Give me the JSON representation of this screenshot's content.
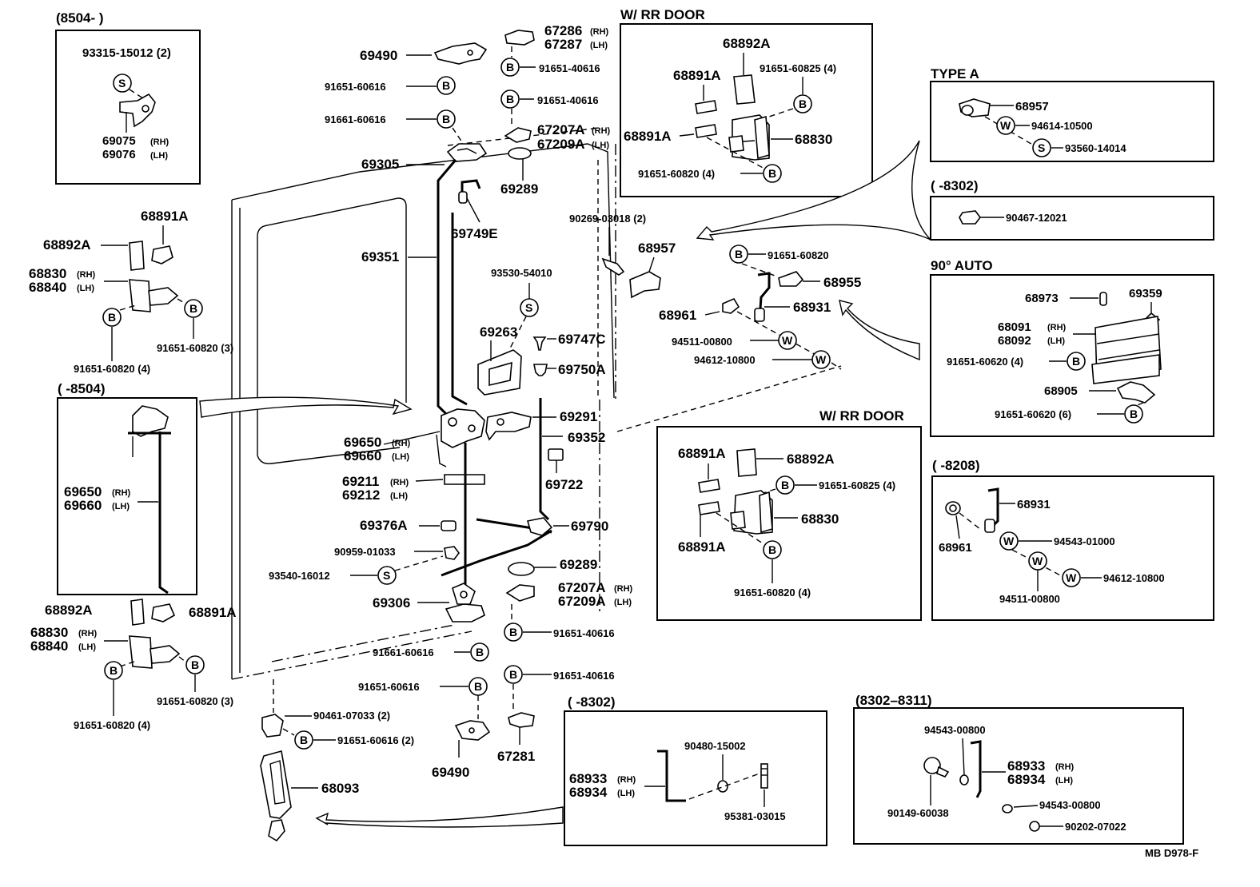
{
  "code": "MB  D978-F",
  "boxes": {
    "tl": {
      "header": "(8504-        )",
      "items": [
        "93315-15012 (2)",
        "69075",
        "69076"
      ]
    },
    "ml": {
      "header": "(       -8504)"
    },
    "rrdoor_top": {
      "header": "W/ RR  DOOR"
    },
    "type_a": {
      "header": "TYPE  A",
      "items": [
        "68957",
        "94614-10500",
        "93560-14014"
      ]
    },
    "r8302": {
      "header": "(       -8302)",
      "items": [
        "90467-12021"
      ]
    },
    "auto90": {
      "header": "90° AUTO"
    },
    "rrdoor_mid": {
      "header": "W/ RR  DOOR"
    },
    "r8208": {
      "header": "(       -8208)"
    },
    "b8302": {
      "header": "(       -8302)"
    },
    "b8311": {
      "header": "(8302–8311)"
    }
  },
  "sfx": {
    "rh": "(RH)",
    "lh": "(LH)"
  },
  "sym": {
    "b": "B",
    "s": "S",
    "w": "W"
  },
  "labels": {
    "p69490a": "69490",
    "p91651_60616a": "91651-60616",
    "p91661_60616a": "91661-60616",
    "p67286": "67286",
    "p67287": "67287",
    "p91651_40616a": "91651-40616",
    "p91651_40616b": "91651-40616",
    "p67207a": "67207A",
    "p67209a": "67209A",
    "p69289a": "69289",
    "p69305": "69305",
    "p69749e": "69749E",
    "p69351": "69351",
    "p93530": "93530-54010",
    "p69263": "69263",
    "p69747c": "69747C",
    "p69750a": "69750A",
    "p69291": "69291",
    "p69352": "69352",
    "p69650b": "69650",
    "p69660b": "69660",
    "p69211": "69211",
    "p69212": "69212",
    "p69722": "69722",
    "p69376a": "69376A",
    "p69790": "69790",
    "p90959": "90959-01033",
    "p69289b": "69289",
    "p93540": "93540-16012",
    "p67207b": "67207A",
    "p67209b": "67209A",
    "p69306": "69306",
    "p91651_40616c": "91651-40616",
    "p91661_60616b": "91661-60616",
    "p91651_40616d": "91651-40616",
    "p91651_60616b": "91651-60616",
    "p90461": "90461-07033 (2)",
    "p91651_60616c": "91651-60616 (2)",
    "p69490b": "69490",
    "p67281": "67281",
    "p68093": "68093",
    "l68891a_1": "68891A",
    "l68892a_1": "68892A",
    "l68830_1": "68830",
    "l68840_1": "68840",
    "l91651_60820_3a": "91651-60820 (3)",
    "l91651_60820_4a": "91651-60820 (4)",
    "l69650": "69650",
    "l69660": "69660",
    "l68892a_2": "68892A",
    "l68891a_2": "68891A",
    "l68830_2": "68830",
    "l68840_2": "68840",
    "l91651_60820_3b": "91651-60820 (3)",
    "l91651_60820_4b": "91651-60820 (4)",
    "rr1_68892a": "68892A",
    "rr1_68891a_a": "68891A",
    "rr1_91651_60825": "91651-60825 (4)",
    "rr1_68891a_b": "68891A",
    "rr1_68830": "68830",
    "rr1_91651_60820": "91651-60820 (4)",
    "c90269": "90269-03018 (2)",
    "c68957": "68957",
    "c91651_60820": "91651-60820",
    "c68955": "68955",
    "c68961": "68961",
    "c68931": "68931",
    "c94511": "94511-00800",
    "c94612": "94612-10800",
    "a68973": "68973",
    "a69359": "69359",
    "a68091": "68091",
    "a68092": "68092",
    "a91651_60620_4": "91651-60620 (4)",
    "a68905": "68905",
    "a91651_60620_6": "91651-60620 (6)",
    "rr2_68891a_a": "68891A",
    "rr2_68892a": "68892A",
    "rr2_91651_60825": "91651-60825 (4)",
    "rr2_68830": "68830",
    "rr2_68891a_b": "68891A",
    "rr2_91651_60820": "91651-60820 (4)",
    "s68931": "68931",
    "s68961": "68961",
    "s94543_01000": "94543-01000",
    "s94612": "94612-10800",
    "s94511": "94511-00800",
    "b68933": "68933",
    "b68934": "68934",
    "b90480": "90480-15002",
    "b95381": "95381-03015",
    "e94543_a": "94543-00800",
    "e68933": "68933",
    "e68934": "68934",
    "e94543_b": "94543-00800",
    "e90149": "90149-60038",
    "e90202": "90202-07022"
  }
}
